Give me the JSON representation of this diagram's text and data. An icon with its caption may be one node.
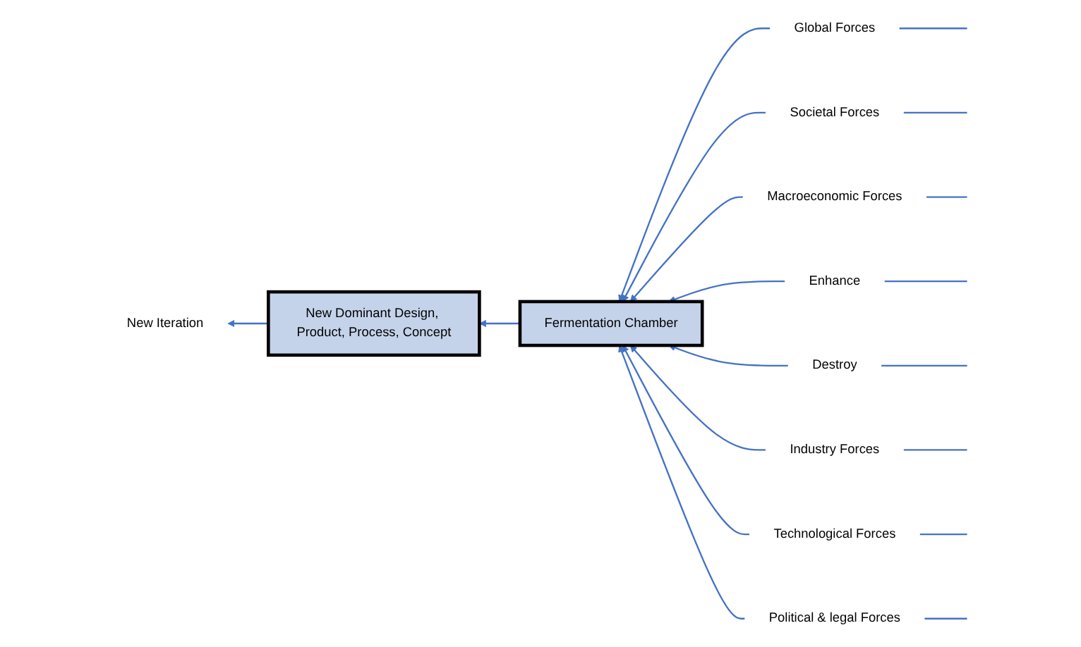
{
  "diagram": {
    "nodes": [
      {
        "text": [
          "Global Forces"
        ]
      },
      {
        "text": [
          "Societal Forces"
        ]
      },
      {
        "text": [
          "Macroeconomic Forces"
        ]
      },
      {
        "text": [
          "New Dominant Design, Product, Process, Concept"
        ]
      },
      {
        "text": [
          "Fermentation Chamber"
        ]
      },
      {
        "text": [
          "Enhance"
        ]
      },
      {
        "text": [
          "Destroy"
        ]
      },
      {
        "text": [
          "New Iteration"
        ]
      },
      {
        "text": [
          "Industry Forces"
        ]
      },
      {
        "text": [
          "Political & legal Forces"
        ]
      },
      {
        "text": [
          "Technological Forces"
        ]
      }
    ],
    "edges": [
      {
        "from": null,
        "to": 0,
        "arrow": "none"
      },
      {
        "from": null,
        "to": 1,
        "arrow": "none"
      },
      {
        "from": null,
        "to": 2,
        "arrow": "none"
      },
      {
        "from": null,
        "to": 5,
        "arrow": "none"
      },
      {
        "from": null,
        "to": 6,
        "arrow": "none"
      },
      {
        "from": null,
        "to": 8,
        "arrow": "none"
      },
      {
        "from": null,
        "to": 9,
        "arrow": "none"
      },
      {
        "from": null,
        "to": 10,
        "arrow": "none"
      },
      {
        "from": 0,
        "to": 4,
        "arrow": "to"
      },
      {
        "from": 1,
        "to": 4,
        "arrow": "to"
      },
      {
        "from": 2,
        "to": 4,
        "arrow": "to"
      },
      {
        "from": 5,
        "to": 4,
        "arrow": "to"
      },
      {
        "from": 6,
        "to": 4,
        "arrow": "to"
      },
      {
        "from": 8,
        "to": 4,
        "arrow": "to"
      },
      {
        "from": 10,
        "to": 4,
        "arrow": "to"
      },
      {
        "from": 9,
        "to": 4,
        "arrow": "to"
      },
      {
        "from": 4,
        "to": 3,
        "arrow": "to"
      },
      {
        "from": 3,
        "to": 7,
        "arrow": "to"
      }
    ]
  }
}
